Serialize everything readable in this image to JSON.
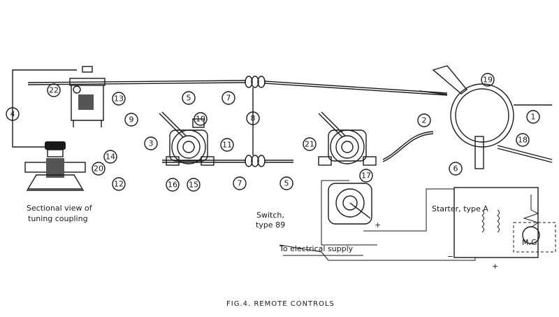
{
  "callouts": {
    "c1": "1",
    "c2": "2",
    "c3": "3",
    "c4": "4",
    "c5a": "5",
    "c5b": "5",
    "c6": "6",
    "c7a": "7",
    "c7b": "7",
    "c8": "8",
    "c9": "9",
    "c10": "10",
    "c11": "11",
    "c12": "12",
    "c13": "13",
    "c14": "14",
    "c15": "15",
    "c16": "16",
    "c17": "17",
    "c18": "18",
    "c19": "19",
    "c20": "20",
    "c21": "21",
    "c22": "22"
  },
  "notes": {
    "sectional_line1": "Sectional view of",
    "sectional_line2": "tuning coupling",
    "switch_line1": "Switch,",
    "switch_line2": "type 89",
    "starter": "Starter, type A",
    "mg": "M.G.",
    "supply": "To electrical supply",
    "plus1": "+",
    "minus1": "−",
    "plus2": "+"
  },
  "caption": "FIG.4. REMOTE CONTROLS"
}
